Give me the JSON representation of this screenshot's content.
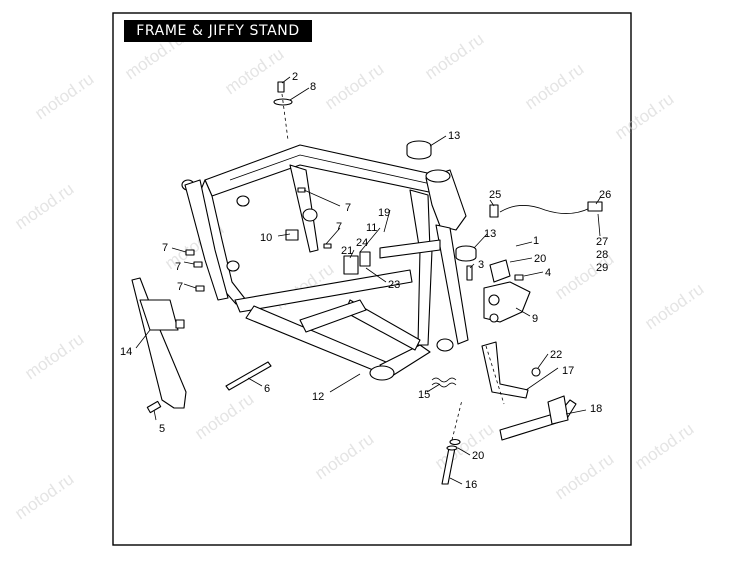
{
  "title": "FRAME & JIFFY STAND",
  "watermark": "motod.ru",
  "callouts": {
    "c1": "1",
    "c2": "2",
    "c3": "3",
    "c4": "4",
    "c5": "5",
    "c6": "6",
    "c7a": "7",
    "c7b": "7",
    "c7c": "7",
    "c7d": "7",
    "c8": "8",
    "c9": "9",
    "c10": "10",
    "c11": "11",
    "c12": "12",
    "c13a": "13",
    "c13b": "13",
    "c14": "14",
    "c15": "15",
    "c16": "16",
    "c17": "17",
    "c18": "18",
    "c19": "19",
    "c20a": "20",
    "c20b": "20",
    "c21": "21",
    "c22": "22",
    "c23": "23",
    "c24": "24",
    "c25": "25",
    "c26": "26",
    "c27": "27",
    "c28": "28",
    "c29": "29"
  },
  "colors": {
    "line": "#000000",
    "frame_border": "#000000",
    "title_bg": "#000000",
    "title_text": "#ffffff",
    "watermark": "#cfcfcf"
  }
}
